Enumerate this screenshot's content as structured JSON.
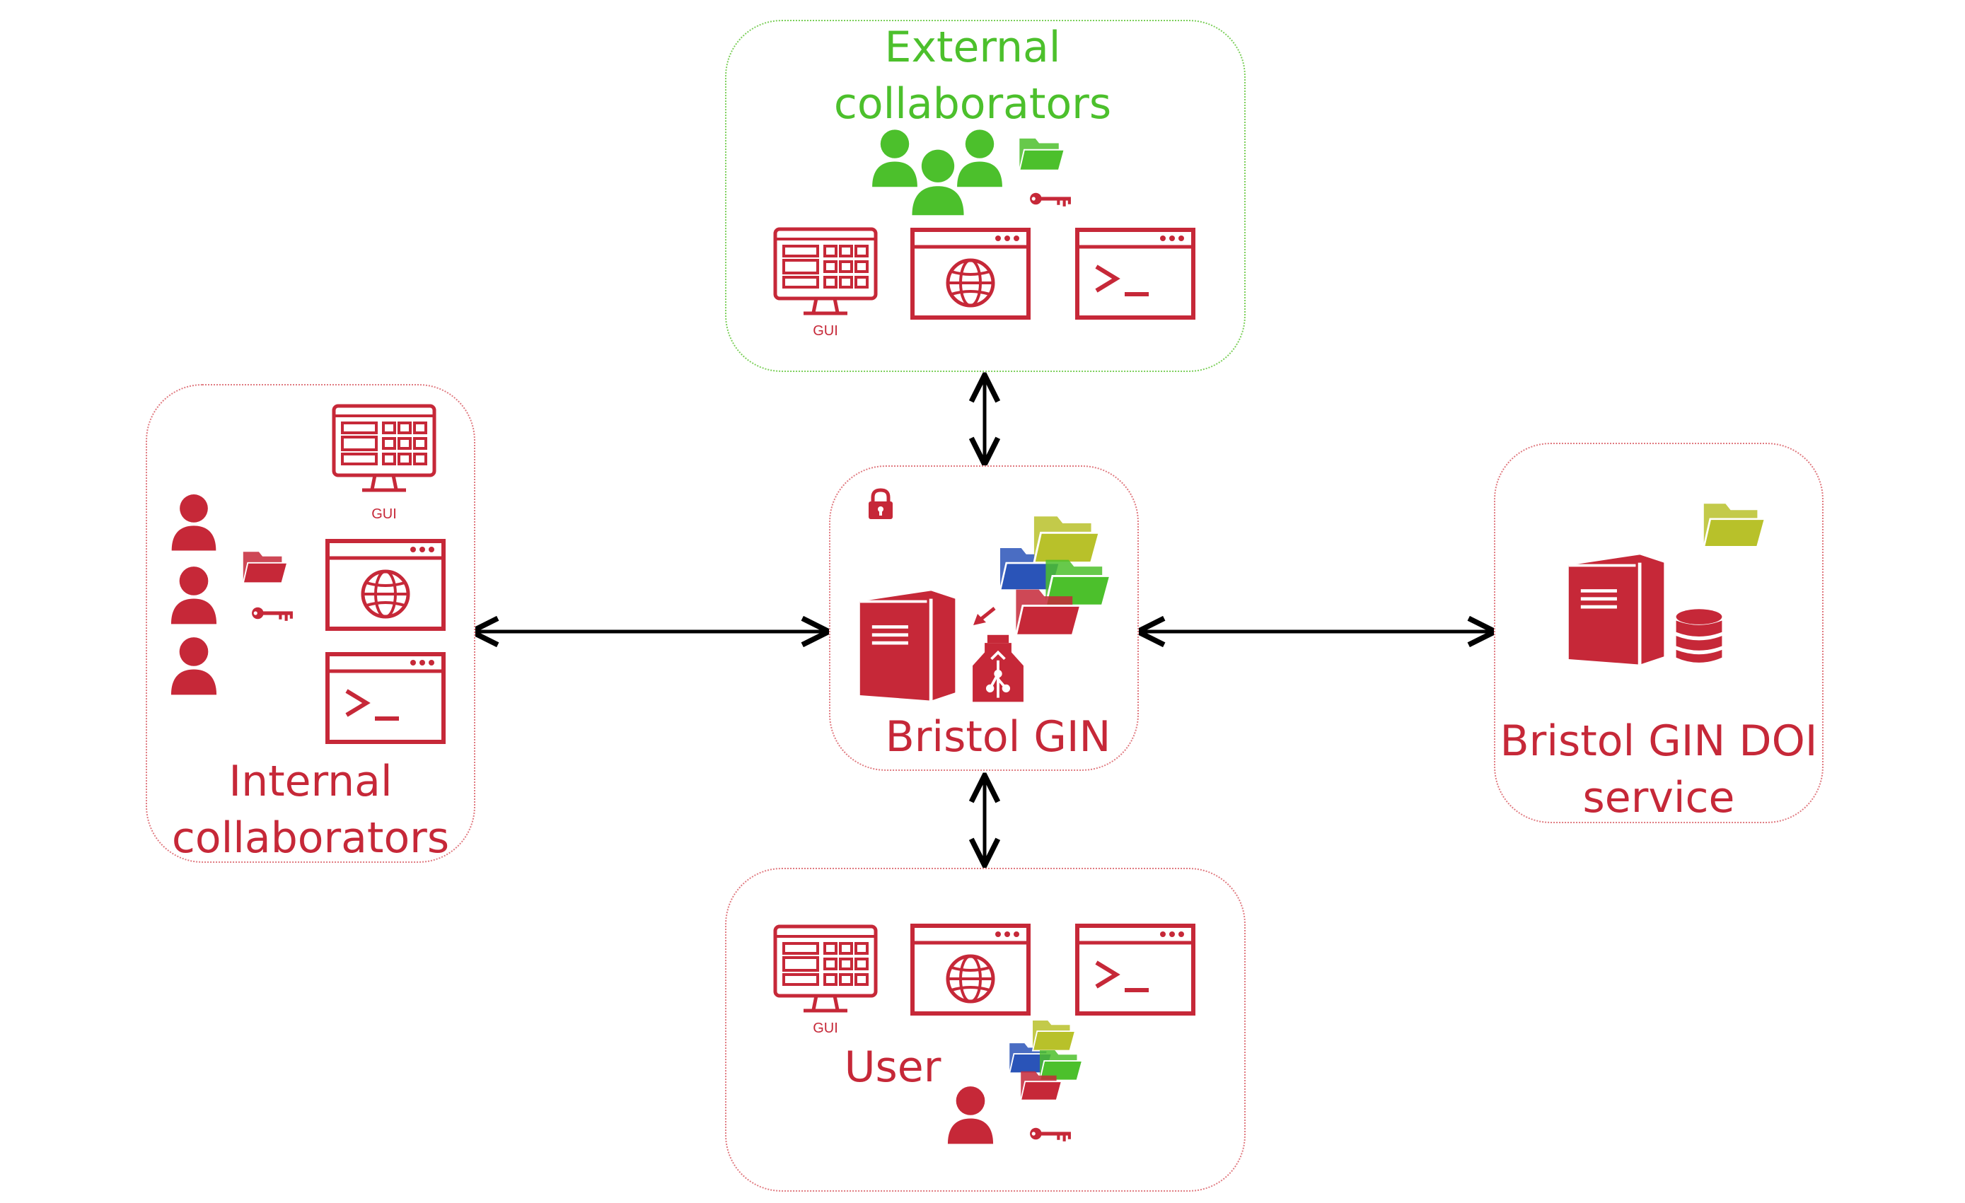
{
  "colors": {
    "red": "#c62838",
    "green": "#4cc02c",
    "blue": "#2a54b8",
    "yellow_green": "#b8c12a",
    "arrow": "#000000"
  },
  "nodes": {
    "external": {
      "title": "External collaborators",
      "line1": "External",
      "line2": "collaborators"
    },
    "internal": {
      "title": "Internal collaborators",
      "line1": "Internal",
      "line2": "collaborators"
    },
    "gin": {
      "title": "Bristol GIN"
    },
    "doi": {
      "title": "Bristol GIN DOI service",
      "line1": "Bristol GIN DOI",
      "line2": "service"
    },
    "user": {
      "title": "User"
    }
  },
  "gui_label": "GUI",
  "icons": {
    "gui": "monitor-gui-icon",
    "web": "browser-globe-icon",
    "terminal": "terminal-window-icon",
    "person": "person-icon",
    "group": "people-group-icon",
    "folder": "folder-icon",
    "key": "key-icon",
    "lock": "padlock-icon",
    "server": "server-icon",
    "database": "database-icon",
    "git": "git-repository-icon"
  },
  "edges": [
    {
      "from": "external",
      "to": "gin",
      "bidirectional": true
    },
    {
      "from": "internal",
      "to": "gin",
      "bidirectional": true
    },
    {
      "from": "gin",
      "to": "doi",
      "bidirectional": true
    },
    {
      "from": "gin",
      "to": "user",
      "bidirectional": true
    }
  ]
}
